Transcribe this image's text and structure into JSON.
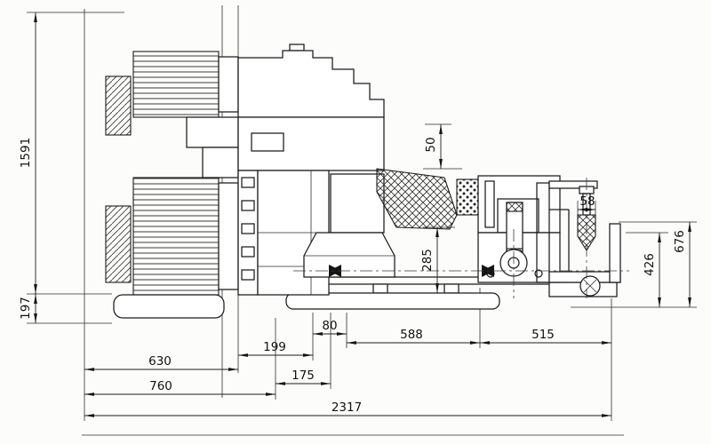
{
  "drawing": {
    "background_color": "#fcfcfb",
    "line_color": "#1b1b1b"
  },
  "dimensions": {
    "left_overall": "1591",
    "left_foot": "197",
    "top_mid": "50",
    "mid_axis": "285",
    "right_small": "58",
    "right_outer": "676",
    "right_inner": "426",
    "bottom_80": "80",
    "bottom_588": "588",
    "bottom_515": "515",
    "bottom_199": "199",
    "bottom_175": "175",
    "bottom_630": "630",
    "bottom_760": "760",
    "bottom_overall": "2317"
  }
}
